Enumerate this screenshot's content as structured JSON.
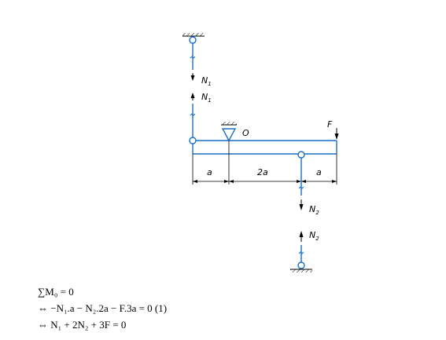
{
  "diagram": {
    "colors": {
      "structure": "#1a6fc4",
      "lines": "#000000"
    },
    "labels": {
      "n1": {
        "base": "N",
        "sub": "1"
      },
      "n2": {
        "base": "N",
        "sub": "2"
      },
      "pivot": "O",
      "force": "F",
      "dim_a": "a",
      "dim_2a": "2a"
    }
  },
  "equations": {
    "eq1": "∑M₀ = 0",
    "eq2": "⇔ −N₁.a − N₂.2a − F.3a = 0 (1)",
    "eq3": "⇔ N₁ + 2N₂ + 3F = 0"
  }
}
